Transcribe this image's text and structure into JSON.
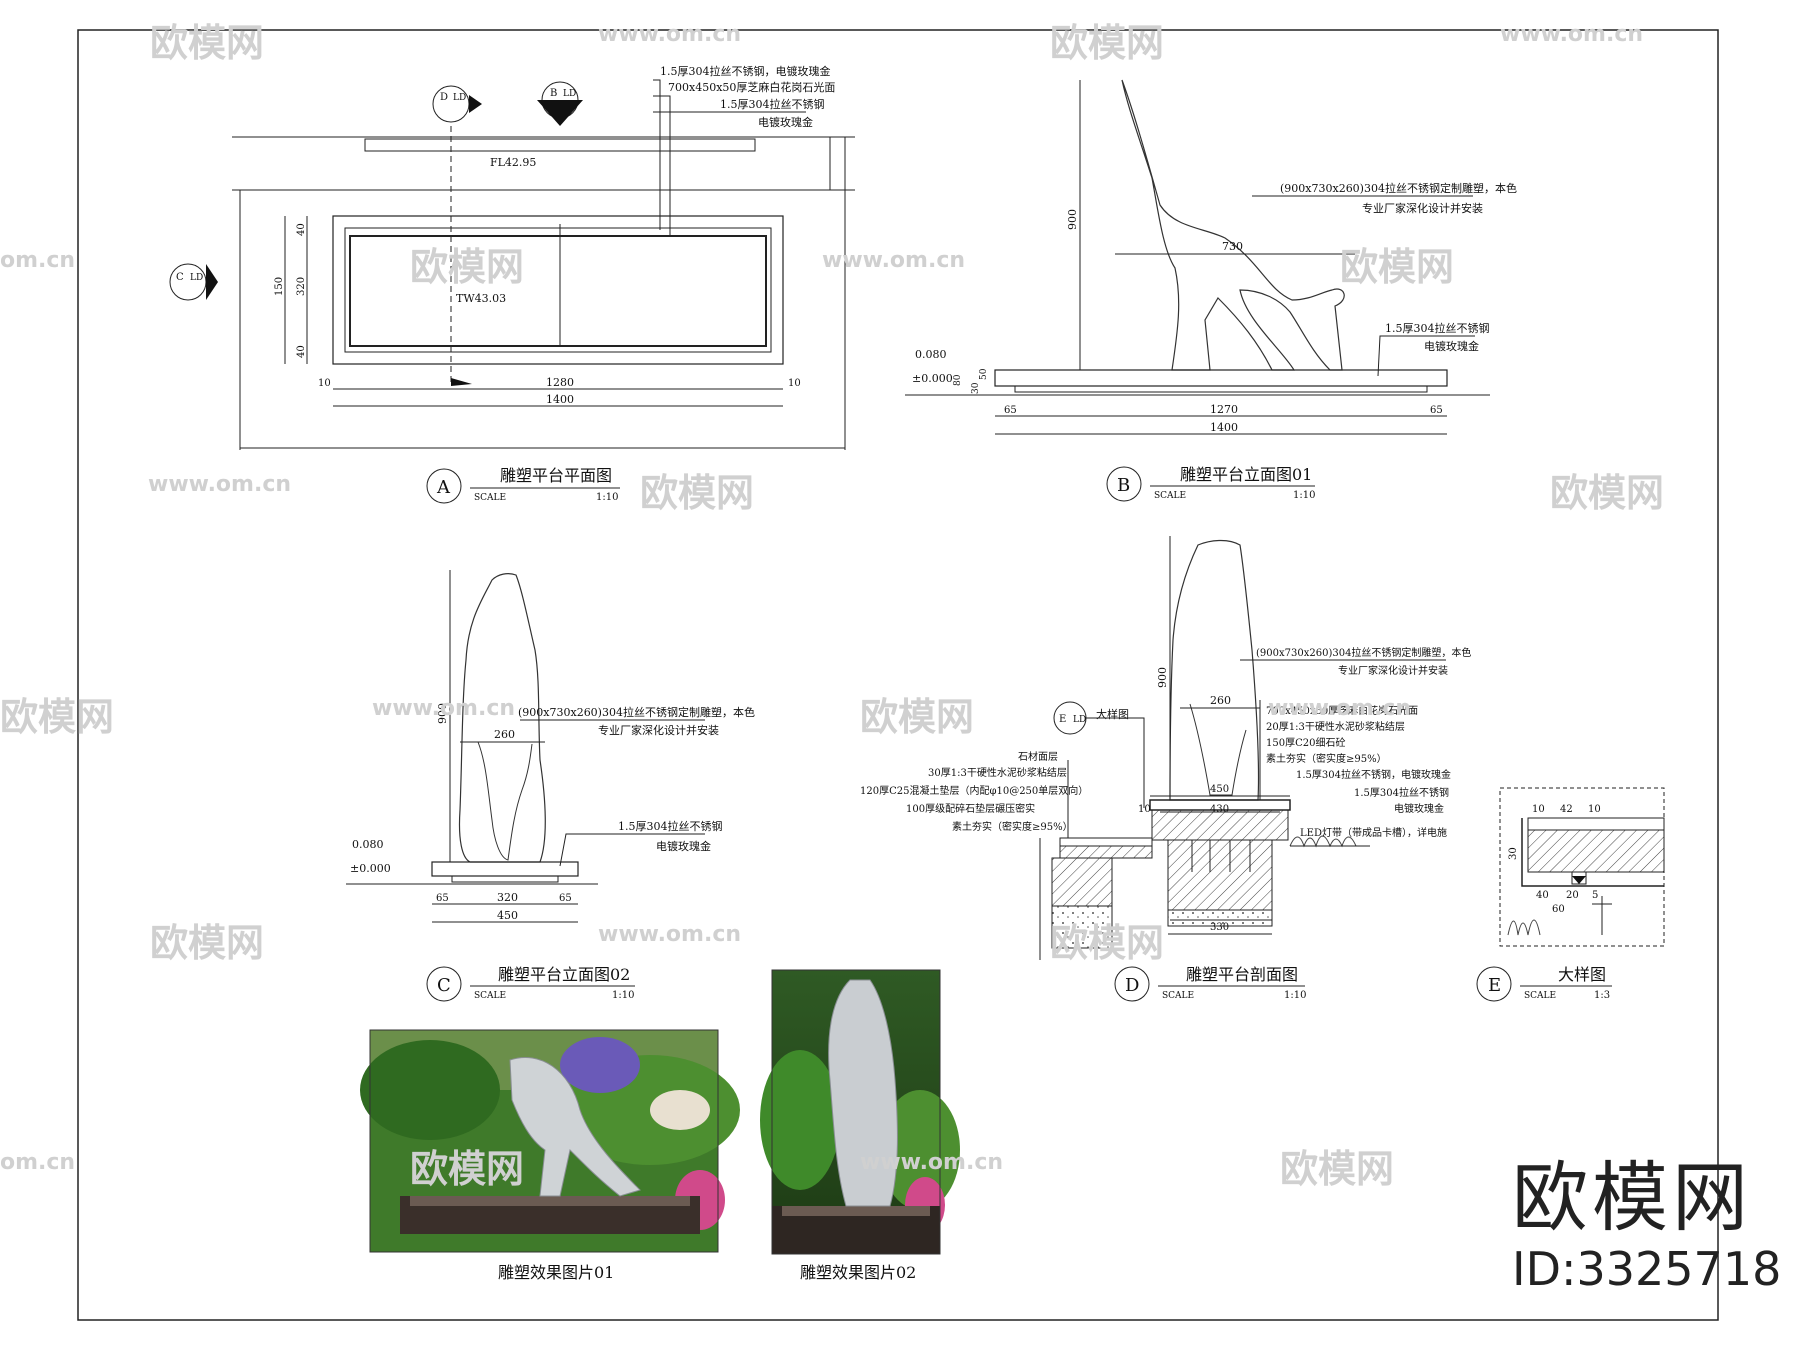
{
  "drawings": {
    "a": {
      "letter": "A",
      "title": "雕塑平台平面图",
      "scale_word": "SCALE",
      "scale": "1:10",
      "callout_1": "1.5厚304拉丝不锈钢，电镀玫瑰金",
      "callout_2": "700x450x50厚芝麻白花岗石光面",
      "callout_3": "1.5厚304拉丝不锈钢",
      "callout_4": "电镀玫瑰金",
      "fl_label": "FL42.95",
      "tw_label": "TW43.03",
      "dim_1280": "1280",
      "dim_1400": "1400",
      "dim_10": "10",
      "dim_150": "150",
      "dim_320": "320",
      "dim_40": "40",
      "mark_d": "D",
      "mark_b": "B",
      "mark_c": "C",
      "mark_ld": "LD"
    },
    "b": {
      "letter": "B",
      "title": "雕塑平台立面图01",
      "scale_word": "SCALE",
      "scale": "1:10",
      "callout_1": "(900x730x260)304拉丝不锈钢定制雕塑，本色",
      "callout_2": "专业厂家深化设计并安装",
      "callout_3": "1.5厚304拉丝不锈钢",
      "callout_4": "电镀玫瑰金",
      "dim_900": "900",
      "dim_730": "730",
      "dim_65": "65",
      "dim_1270": "1270",
      "dim_1400": "1400",
      "level_080": "0.080",
      "level_000": "±0.000",
      "dim_80": "80",
      "dim_30": "30",
      "dim_50": "50"
    },
    "c": {
      "letter": "C",
      "title": "雕塑平台立面图02",
      "scale_word": "SCALE",
      "scale": "1:10",
      "callout_1": "(900x730x260)304拉丝不锈钢定制雕塑，本色",
      "callout_2": "专业厂家深化设计并安装",
      "callout_3": "1.5厚304拉丝不锈钢",
      "callout_4": "电镀玫瑰金",
      "dim_900": "900",
      "dim_260": "260",
      "dim_65": "65",
      "dim_320": "320",
      "dim_450": "450",
      "level_080": "0.080",
      "level_000": "±0.000"
    },
    "d": {
      "letter": "D",
      "title": "雕塑平台剖面图",
      "scale_word": "SCALE",
      "scale": "1:10",
      "detail_ref": "大样图",
      "callouts_right": [
        "(900x730x260)304拉丝不锈钢定制雕塑，本色",
        "专业厂家深化设计并安装",
        "700x450x50厚芝麻白花岗石光面",
        "20厚1:3干硬性水泥砂浆粘结层",
        "150厚C20细石砼",
        "素土夯实（密实度≥95%）",
        "1.5厚304拉丝不锈钢，电镀玫瑰金",
        "1.5厚304拉丝不锈钢",
        "电镀玫瑰金",
        "LED灯带（带成品卡槽），详电施"
      ],
      "callouts_left": [
        "石材面层",
        "30厚1:3干硬性水泥砂浆粘结层",
        "120厚C25混凝土垫层（内配φ10@250单层双向）",
        "100厚级配碎石垫层碾压密实",
        "素土夯实（密实度≥95%）"
      ],
      "dim_900": "900",
      "dim_260": "260",
      "dim_450": "450",
      "dim_430": "430",
      "dim_10": "10",
      "dim_330": "330"
    },
    "e": {
      "letter": "E",
      "title": "大样图",
      "scale_word": "SCALE",
      "scale": "1:3",
      "dim_10": "10",
      "dim_42": "42",
      "dim_40": "40",
      "dim_20": "20",
      "dim_5": "5",
      "dim_60": "60",
      "dim_30": "30"
    },
    "photo_1_caption": "雕塑效果图片01",
    "photo_2_caption": "雕塑效果图片02"
  },
  "watermark": {
    "logo_text": "欧模网",
    "url_text": "www.om.cn",
    "url_text_short": "om.cn",
    "brand_name": "欧模网",
    "brand_id": "ID:3325718"
  }
}
